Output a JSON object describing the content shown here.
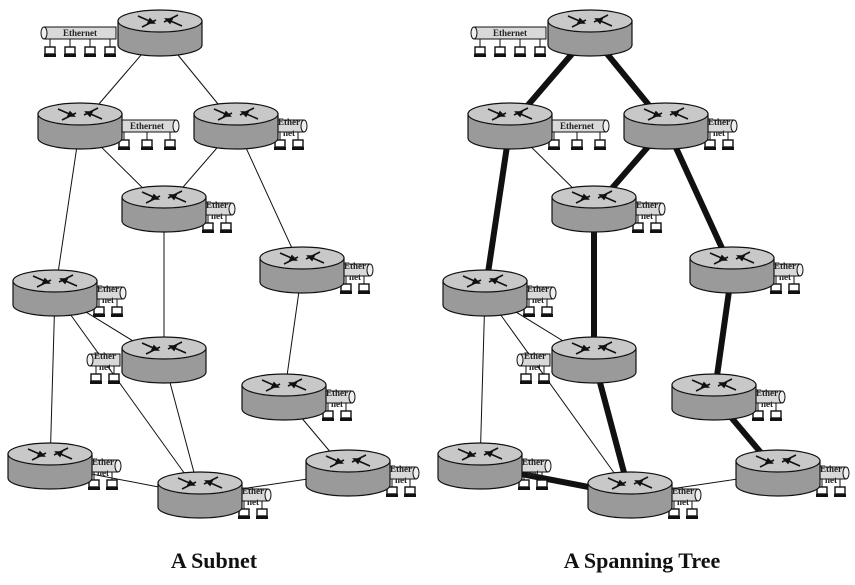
{
  "panels": [
    {
      "id": "subnet",
      "caption": "A Subnet",
      "routers": [
        {
          "id": "R1",
          "lan": "Ethernet"
        },
        {
          "id": "R2",
          "lan": "Ethernet"
        },
        {
          "id": "R3",
          "lan": "Ethernet"
        },
        {
          "id": "R4",
          "lan": "Ethernet"
        },
        {
          "id": "R5",
          "lan": "Ethernet"
        },
        {
          "id": "R6",
          "lan": "Ethernet"
        },
        {
          "id": "R7",
          "lan": "Ethernet"
        },
        {
          "id": "R8",
          "lan": "Ethernet"
        },
        {
          "id": "R9",
          "lan": "Ethernet"
        },
        {
          "id": "R10",
          "lan": "Ethernet"
        },
        {
          "id": "R11",
          "lan": "Ethernet"
        }
      ],
      "links": [
        [
          "R1",
          "R2"
        ],
        [
          "R1",
          "R3"
        ],
        [
          "R2",
          "R4"
        ],
        [
          "R2",
          "R6"
        ],
        [
          "R3",
          "R4"
        ],
        [
          "R3",
          "R5"
        ],
        [
          "R4",
          "R7"
        ],
        [
          "R5",
          "R8"
        ],
        [
          "R6",
          "R7"
        ],
        [
          "R6",
          "R9"
        ],
        [
          "R6",
          "R10"
        ],
        [
          "R7",
          "R10"
        ],
        [
          "R8",
          "R11"
        ],
        [
          "R9",
          "R10"
        ],
        [
          "R10",
          "R11"
        ]
      ],
      "tree_links": []
    },
    {
      "id": "spanning-tree",
      "caption": "A Spanning Tree",
      "routers": [
        {
          "id": "R1",
          "lan": "Ethernet"
        },
        {
          "id": "R2",
          "lan": "Ethernet"
        },
        {
          "id": "R3",
          "lan": "Ethernet"
        },
        {
          "id": "R4",
          "lan": "Ethernet"
        },
        {
          "id": "R5",
          "lan": "Ethernet"
        },
        {
          "id": "R6",
          "lan": "Ethernet"
        },
        {
          "id": "R7",
          "lan": "Ethernet"
        },
        {
          "id": "R8",
          "lan": "Ethernet"
        },
        {
          "id": "R9",
          "lan": "Ethernet"
        },
        {
          "id": "R10",
          "lan": "Ethernet"
        },
        {
          "id": "R11",
          "lan": "Ethernet"
        }
      ],
      "links": [
        [
          "R1",
          "R2"
        ],
        [
          "R1",
          "R3"
        ],
        [
          "R2",
          "R4"
        ],
        [
          "R2",
          "R6"
        ],
        [
          "R3",
          "R4"
        ],
        [
          "R3",
          "R5"
        ],
        [
          "R4",
          "R7"
        ],
        [
          "R5",
          "R8"
        ],
        [
          "R6",
          "R7"
        ],
        [
          "R6",
          "R9"
        ],
        [
          "R6",
          "R10"
        ],
        [
          "R7",
          "R10"
        ],
        [
          "R8",
          "R11"
        ],
        [
          "R9",
          "R10"
        ],
        [
          "R10",
          "R11"
        ]
      ],
      "tree_links": [
        [
          "R1",
          "R2"
        ],
        [
          "R1",
          "R3"
        ],
        [
          "R2",
          "R6"
        ],
        [
          "R3",
          "R4"
        ],
        [
          "R3",
          "R5"
        ],
        [
          "R4",
          "R7"
        ],
        [
          "R5",
          "R8"
        ],
        [
          "R7",
          "R10"
        ],
        [
          "R8",
          "R11"
        ],
        [
          "R9",
          "R10"
        ]
      ]
    }
  ]
}
